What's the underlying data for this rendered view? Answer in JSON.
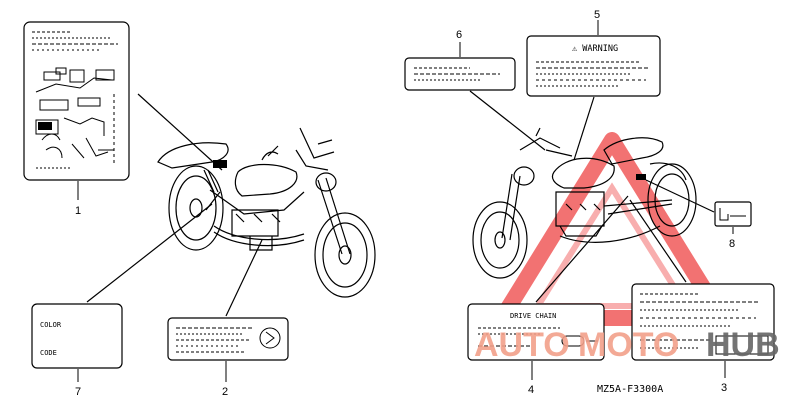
{
  "callouts": {
    "c1": "1",
    "c2": "2",
    "c3": "3",
    "c4": "4",
    "c5": "5",
    "c6": "6",
    "c7": "7",
    "c8": "8"
  },
  "labels": {
    "warning": "⚠ WARNING",
    "drive_chain": "DRIVE CHAIN",
    "color": "COLOR",
    "code": "CODE"
  },
  "diagram_code": "MZ5A-F3300A",
  "watermark": {
    "part1": "AUTO",
    "part2": "MOTO",
    "part3": "HUB",
    "color_red": "#e11b22",
    "color_orange": "#f2a08a",
    "color_gray": "#666666"
  }
}
